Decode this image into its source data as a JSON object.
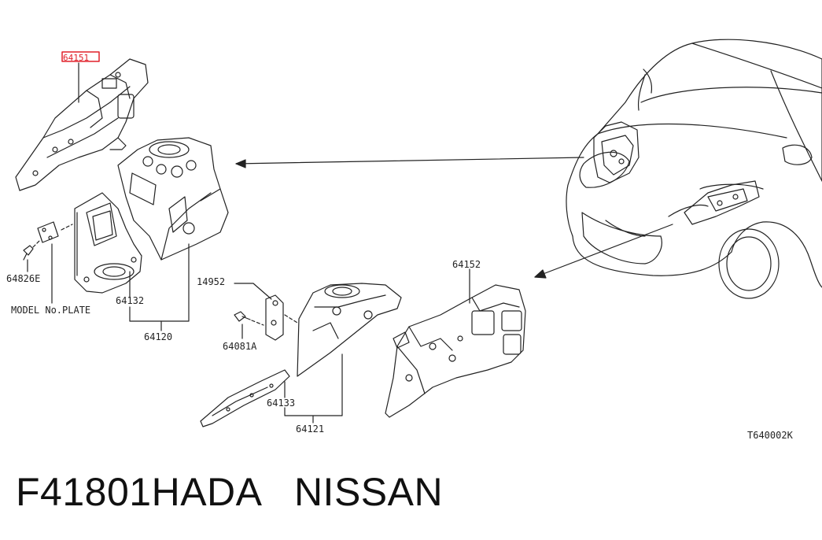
{
  "diagram": {
    "highlight_color": "#e0202a",
    "line_color": "#222222",
    "parts": {
      "p64151": "64151",
      "p64132": "64132",
      "p64120": "64120",
      "p64826e": "64826E",
      "model_plate": "MODEL No.PLATE",
      "p14952": "14952",
      "p64081a": "64081A",
      "p64133": "64133",
      "p64121": "64121",
      "p64152": "64152"
    },
    "drawing_code": "T640002K"
  },
  "caption": {
    "part_number": "F41801HADA",
    "brand": "NISSAN"
  }
}
